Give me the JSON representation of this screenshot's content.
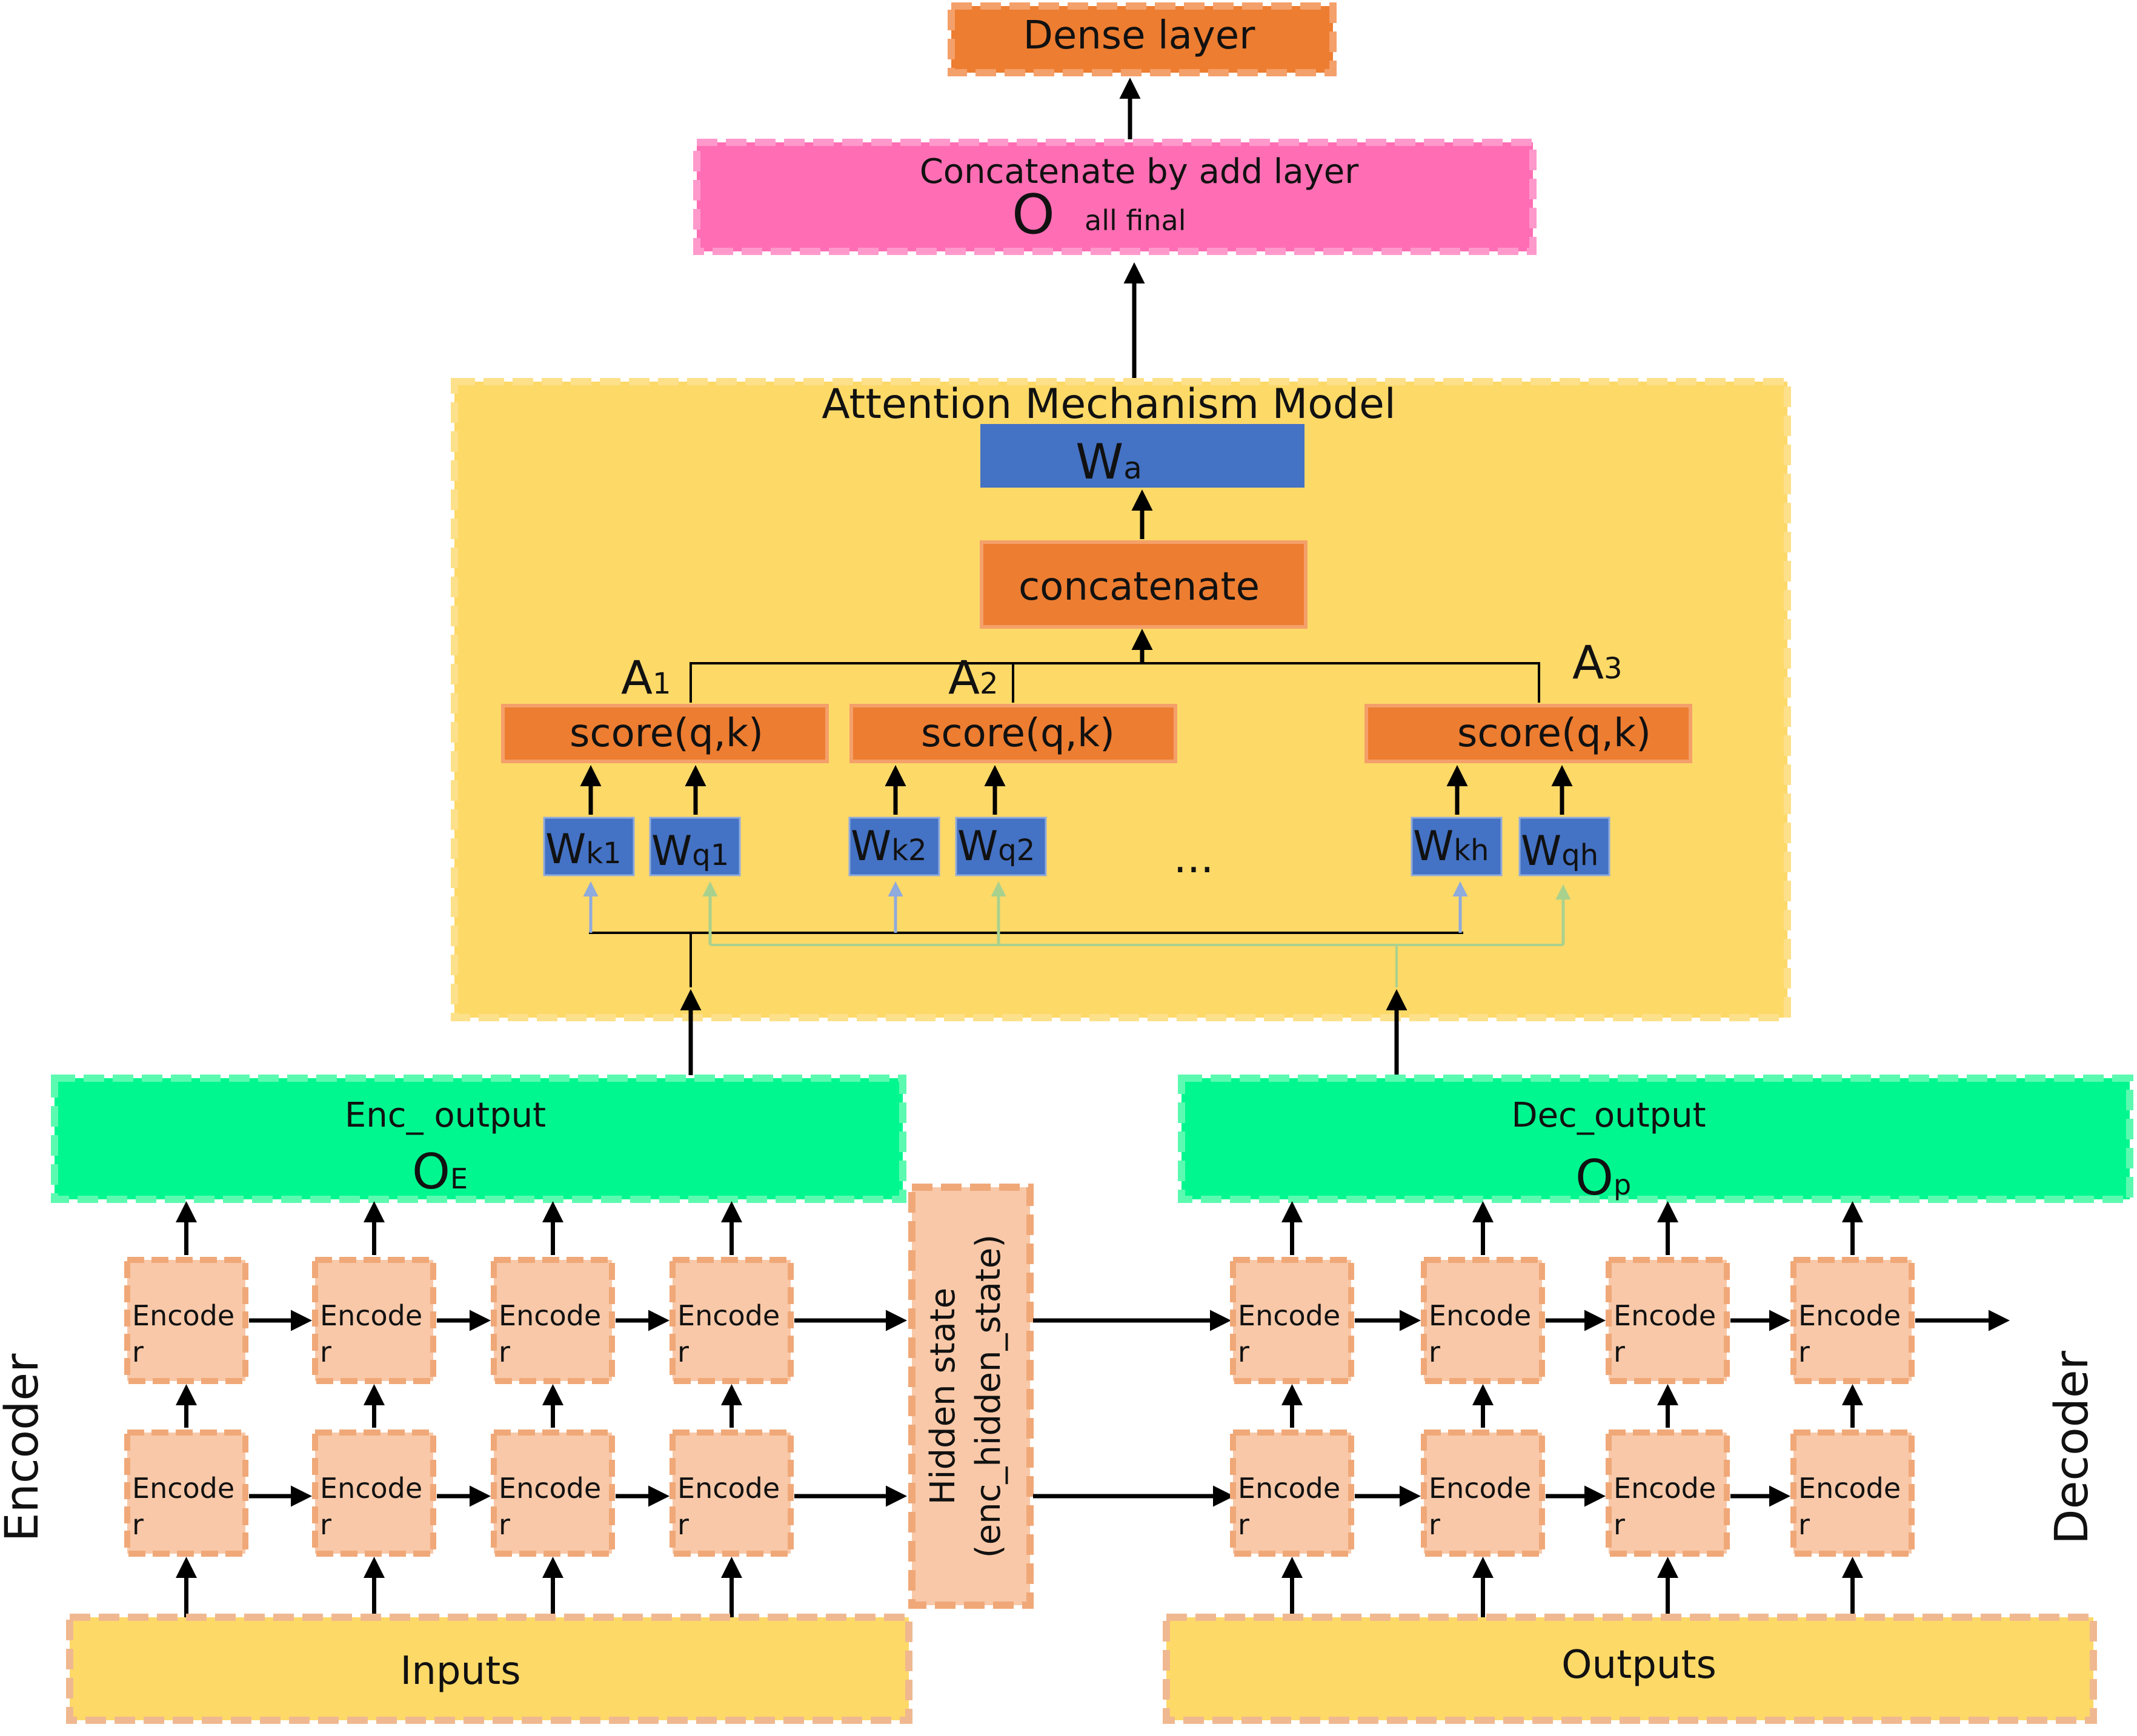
{
  "dense": {
    "label": "Dense layer"
  },
  "concat_top": {
    "line1": "Concatenate by add layer",
    "symbol": "O",
    "subscript": "all  final"
  },
  "attention": {
    "title": "Attention Mechanism Model",
    "wa": {
      "symbol": "W",
      "subscript": "a"
    },
    "concat": "concatenate",
    "scores": [
      {
        "head": "A",
        "head_sub": "1",
        "label": "score(q,k)"
      },
      {
        "head": "A",
        "head_sub": "2",
        "label": "score(q,k)"
      },
      {
        "head": "A",
        "head_sub": "3",
        "label": "score(q,k)"
      }
    ],
    "weights": [
      {
        "symbol": "W",
        "subscript": "k1"
      },
      {
        "symbol": "W",
        "subscript": "q1"
      },
      {
        "symbol": "W",
        "subscript": "k2"
      },
      {
        "symbol": "W",
        "subscript": "q2"
      },
      {
        "symbol": "W",
        "subscript": "kh"
      },
      {
        "symbol": "W",
        "subscript": "qh"
      }
    ],
    "ellipsis": "..."
  },
  "enc_output": {
    "line1": "Enc_ output",
    "symbol": "O",
    "subscript": "E"
  },
  "dec_output": {
    "line1": "Dec_output",
    "symbol": "O",
    "subscript": "p"
  },
  "hidden": {
    "line1": "Hidden state",
    "line2": "(enc_hidden_state)"
  },
  "cell": {
    "line1": "Encode",
    "line2": "r"
  },
  "inputs": {
    "label": "Inputs"
  },
  "outputs": {
    "label": "Outputs"
  },
  "side": {
    "encoder": "Encoder",
    "decoder": "Decoder"
  },
  "colors": {
    "orange": "#ed7d31",
    "pink": "#ff6eb4",
    "yellow": "#fdd968",
    "blue": "#4472c4",
    "green": "#00f78f",
    "peach": "#f8c8a8",
    "peach_border": "#f0a878",
    "light_blue_arrow": "#8faadc",
    "light_green_arrow": "#a9d18e"
  }
}
